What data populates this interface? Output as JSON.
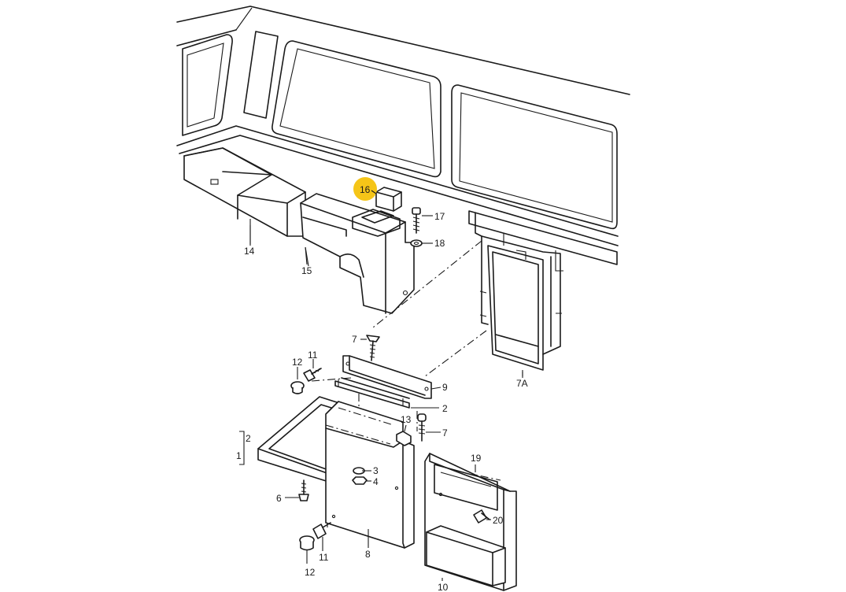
{
  "callouts": {
    "c1": "1",
    "c2a": "2",
    "c2b": "2",
    "c3": "3",
    "c4": "4",
    "c6": "6",
    "c7a": "7",
    "c7b": "7",
    "c7A": "7A",
    "c8": "8",
    "c9": "9",
    "c10": "10",
    "c11a": "11",
    "c11b": "11",
    "c12a": "12",
    "c12b": "12",
    "c13": "13",
    "c14": "14",
    "c15": "15",
    "c16": "16",
    "c17": "17",
    "c18": "18",
    "c19": "19",
    "c20": "20"
  },
  "highlight": {
    "part": "16",
    "color": "#f5c518"
  },
  "colors": {
    "line": "#1a1a1a",
    "background": "#ffffff"
  }
}
